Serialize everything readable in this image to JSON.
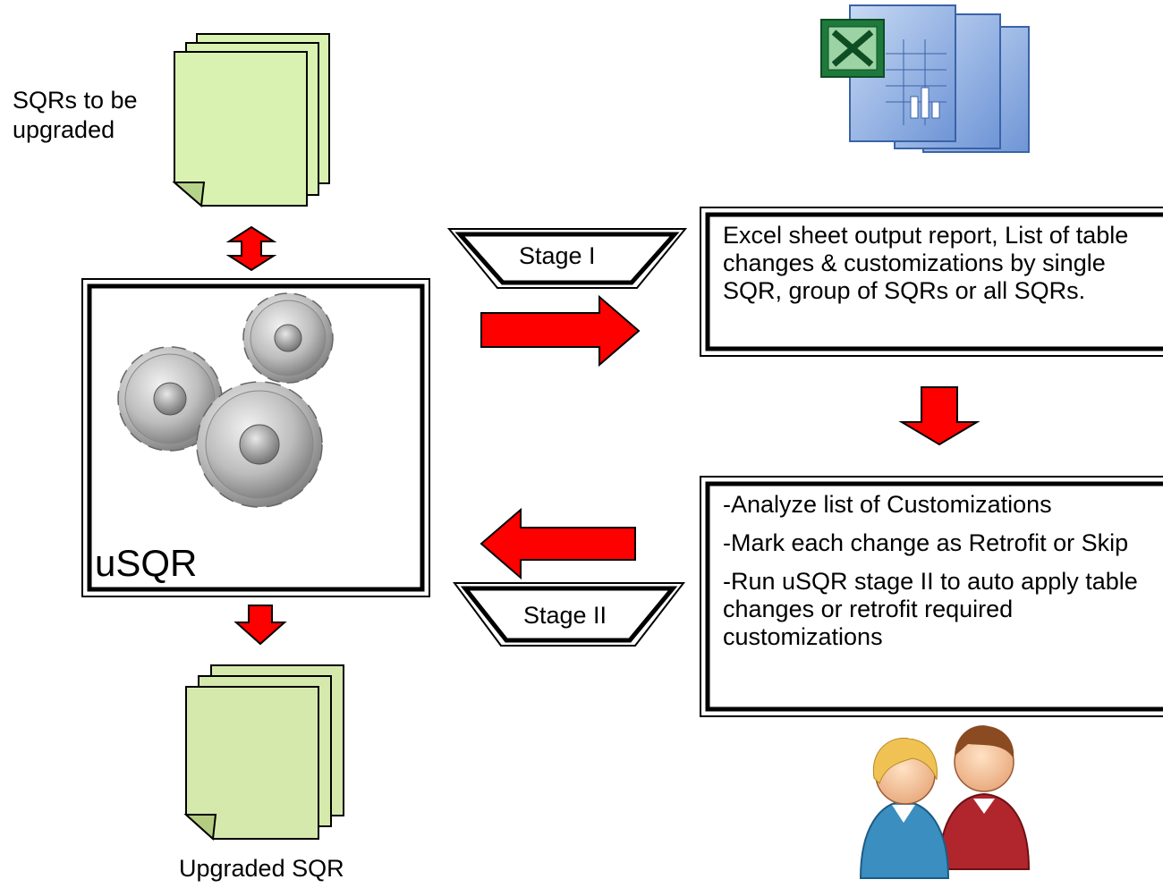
{
  "input_docs": {
    "label": "SQRs to be upgraded"
  },
  "output_docs": {
    "label": "Upgraded SQR"
  },
  "engine": {
    "label": "uSQR"
  },
  "stage1": {
    "label": "Stage I"
  },
  "stage2": {
    "label": "Stage II"
  },
  "report_box": {
    "text": "Excel sheet output report, List of table changes & customizations by single SQR, group of SQRs or all SQRs."
  },
  "steps_box": {
    "items": [
      "-Analyze list of Customizations",
      "-Mark each change as Retrofit or Skip",
      "-Run uSQR stage II to auto apply table changes or retrofit required customizations"
    ]
  },
  "icons": [
    "document-stack-icon",
    "excel-sheets-icon",
    "gears-icon",
    "users-icon",
    "red-arrow-icon"
  ],
  "colors": {
    "arrow": "#ff0000",
    "document": "#d9f1b1",
    "document_output": "#d6e9ad",
    "frame": "#000000"
  }
}
